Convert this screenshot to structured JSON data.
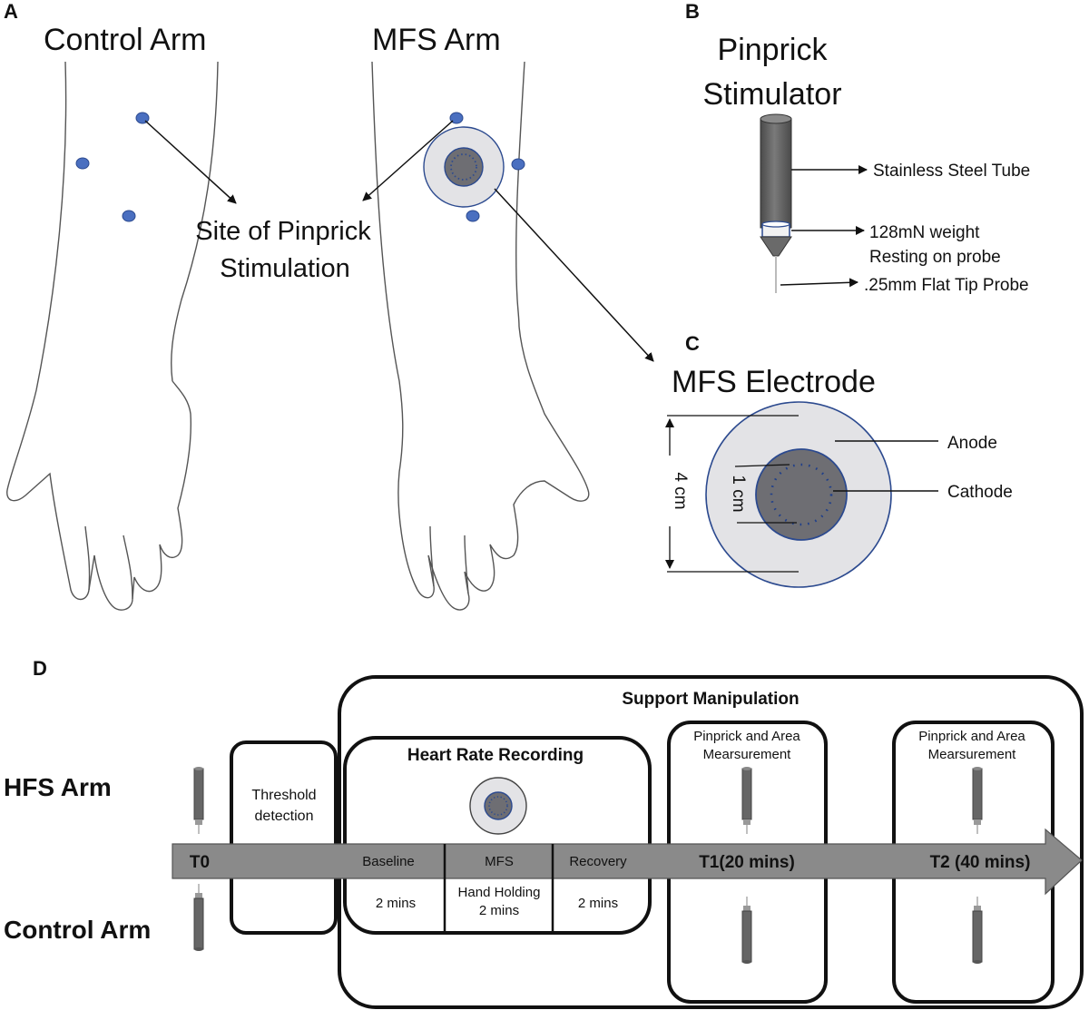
{
  "panels": {
    "a": "A",
    "b": "B",
    "c": "C",
    "d": "D"
  },
  "panel_a": {
    "control_arm": "Control Arm",
    "mfs_arm": "MFS Arm",
    "site_line1": "Site of Pinprick",
    "site_line2": "Stimulation"
  },
  "panel_b": {
    "title_line1": "Pinprick",
    "title_line2": "Stimulator",
    "tube": "Stainless Steel Tube",
    "weight_line1": "128mN weight",
    "weight_line2": "Resting on probe",
    "probe": ".25mm Flat Tip Probe"
  },
  "panel_c": {
    "title": "MFS Electrode",
    "anode": "Anode",
    "cathode": "Cathode",
    "outer_dim": "4 cm",
    "inner_dim": "1 cm"
  },
  "panel_d": {
    "hfs_arm": "HFS Arm",
    "control_arm": "Control Arm",
    "threshold_line1": "Threshold",
    "threshold_line2": "detection",
    "support": "Support Manipulation",
    "heart_rate": "Heart Rate Recording",
    "t0": "T0",
    "baseline": "Baseline",
    "baseline_time": "2 mins",
    "mfs": "MFS",
    "mfs_sub_line1": "Hand Holding",
    "mfs_sub_line2": "2 mins",
    "recovery": "Recovery",
    "recovery_time": "2 mins",
    "t1": "T1(20 mins)",
    "t2": "T2 (40 mins)",
    "pinprick_line1": "Pinprick and Area",
    "pinprick_line2": "Mearsurement"
  },
  "colors": {
    "dot_blue": "#4a6fc0",
    "electrode_outer": "#e3e3e6",
    "electrode_inner": "#6e6e73",
    "tube_gray": "#676767",
    "arrow_gray": "#8a8a8a"
  }
}
